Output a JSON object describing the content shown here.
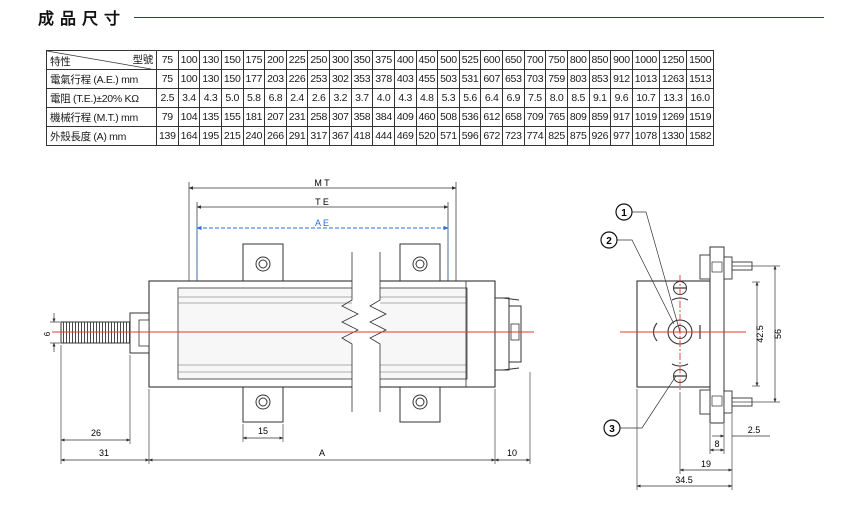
{
  "header": {
    "title": "成品尺寸"
  },
  "table": {
    "corner_left": "特性",
    "corner_right": "型號",
    "models": [
      "75",
      "100",
      "130",
      "150",
      "175",
      "200",
      "225",
      "250",
      "300",
      "350",
      "375",
      "400",
      "450",
      "500",
      "525",
      "600",
      "650",
      "700",
      "750",
      "800",
      "850",
      "900",
      "1000",
      "1250",
      "1500"
    ],
    "rows": [
      {
        "label": "電氣行程 (A.E.) mm",
        "values": [
          "75",
          "100",
          "130",
          "150",
          "177",
          "203",
          "226",
          "253",
          "302",
          "353",
          "378",
          "403",
          "455",
          "503",
          "531",
          "607",
          "653",
          "703",
          "759",
          "803",
          "853",
          "912",
          "1013",
          "1263",
          "1513"
        ]
      },
      {
        "label": "電阻 (T.E.)±20% KΩ",
        "values": [
          "2.5",
          "3.4",
          "4.3",
          "5.0",
          "5.8",
          "6.8",
          "2.4",
          "2.6",
          "3.2",
          "3.7",
          "4.0",
          "4.3",
          "4.8",
          "5.3",
          "5.6",
          "6.4",
          "6.9",
          "7.5",
          "8.0",
          "8.5",
          "9.1",
          "9.6",
          "10.7",
          "13.3",
          "16.0"
        ]
      },
      {
        "label": "機械行程 (M.T.) mm",
        "values": [
          "79",
          "104",
          "135",
          "155",
          "181",
          "207",
          "231",
          "258",
          "307",
          "358",
          "384",
          "409",
          "460",
          "508",
          "536",
          "612",
          "658",
          "709",
          "765",
          "809",
          "859",
          "917",
          "1019",
          "1269",
          "1519"
        ]
      },
      {
        "label": "外殼長度 (A) mm",
        "values": [
          "139",
          "164",
          "195",
          "215",
          "240",
          "266",
          "291",
          "317",
          "367",
          "418",
          "444",
          "469",
          "520",
          "571",
          "596",
          "672",
          "723",
          "774",
          "825",
          "875",
          "926",
          "977",
          "1078",
          "1330",
          "1582"
        ]
      }
    ]
  },
  "drawing": {
    "labels": {
      "mt": "M T",
      "te": "T E",
      "ae": "A E",
      "dim_6": "6",
      "dim_26": "26",
      "dim_31": "31",
      "dim_15": "15",
      "dim_a": "A",
      "dim_10": "10",
      "dim_42_5": "42.5",
      "dim_56": "56",
      "dim_8": "8",
      "dim_2_5": "2.5",
      "dim_19": "19",
      "dim_34_5": "34.5",
      "callout_1": "1",
      "callout_2": "2",
      "callout_3": "3"
    }
  }
}
